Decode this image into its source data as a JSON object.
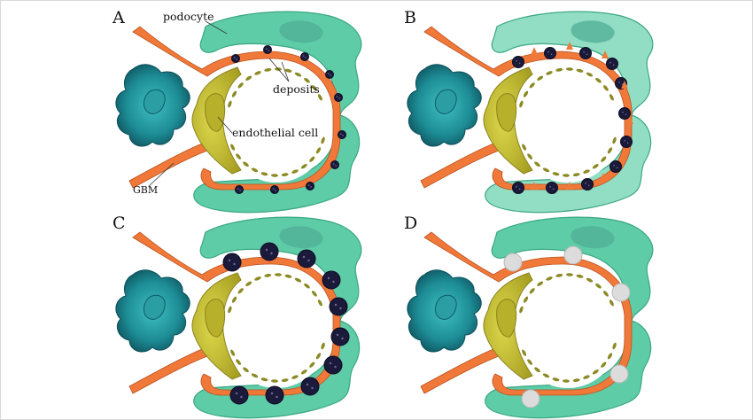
{
  "panels": [
    {
      "letter": "A"
    },
    {
      "letter": "B"
    },
    {
      "letter": "C"
    },
    {
      "letter": "D"
    }
  ],
  "labels": {
    "podocyte": "podocyte",
    "deposits": "deposits",
    "endothelial": "endothelial cell",
    "gbm": "GBM"
  },
  "colors": {
    "podocyte": "#5fcca8",
    "podocyte_dark": "#3aa784",
    "nucleus_podocyte": "#4fae96",
    "gbm": "#f0793a",
    "endothelial": "#c6bf2a",
    "endothelial_dark": "#8a8320",
    "fenestrae": "#8b8a24",
    "mesangial": "#2b9ea4",
    "mesangial_dark": "#0b4f58",
    "deposit": "#1b1a3a",
    "deposit_light": "#dcdcdc"
  }
}
